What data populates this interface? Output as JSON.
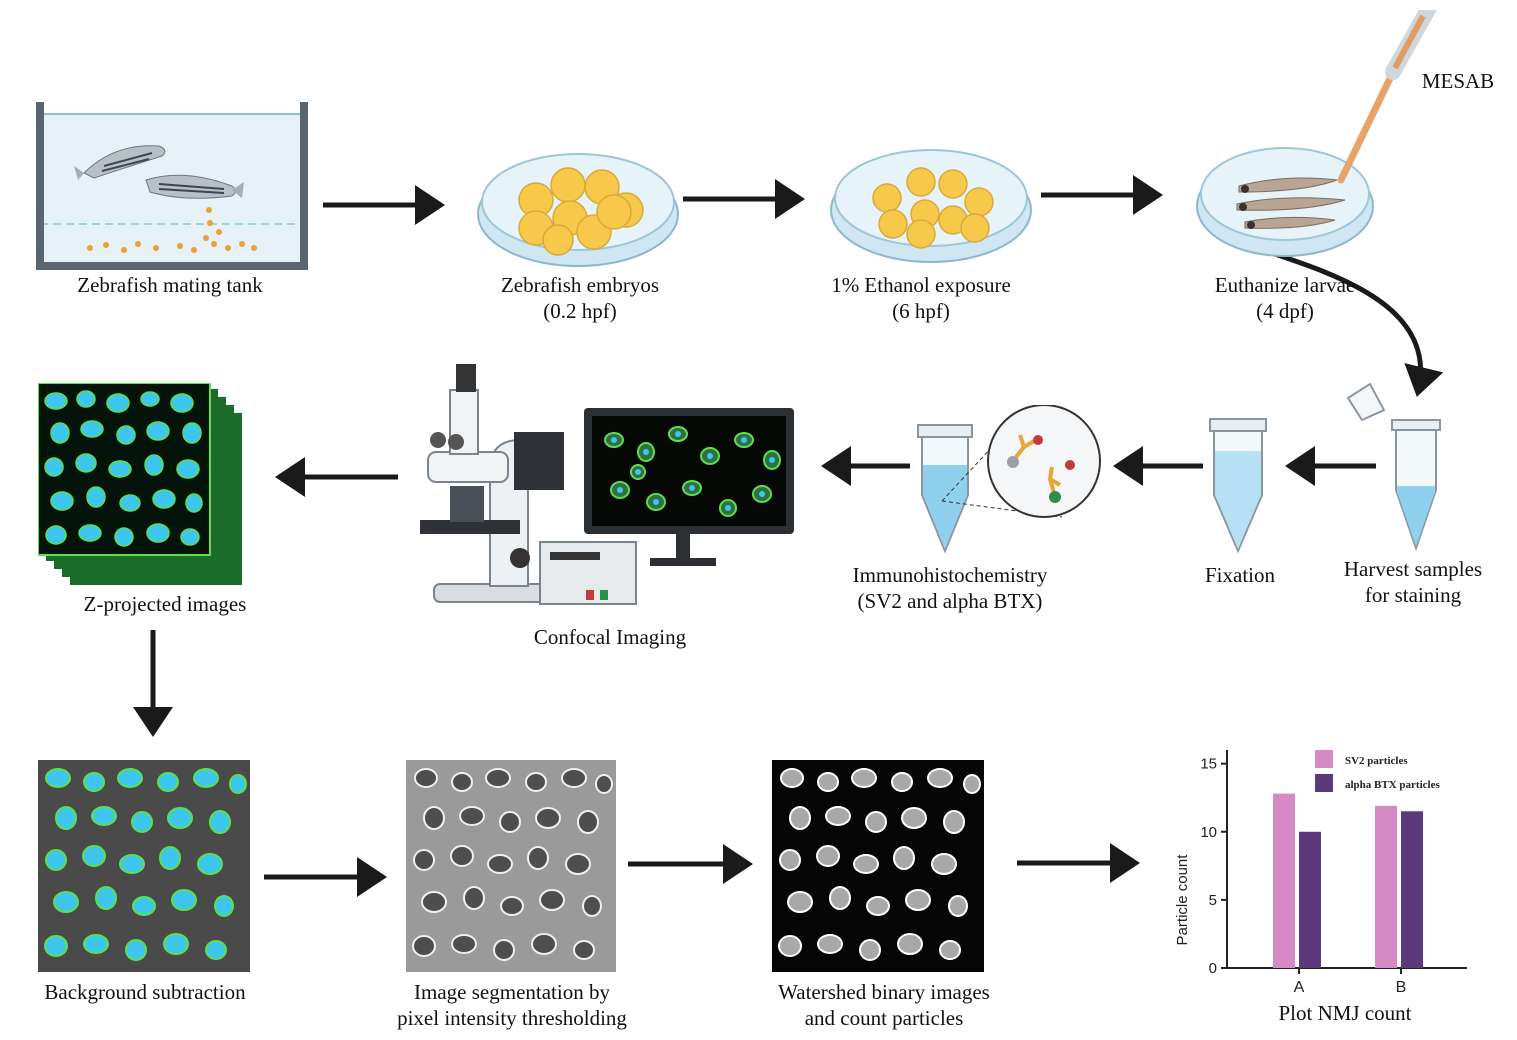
{
  "steps": {
    "mating_tank": "Zebrafish mating tank",
    "embryos": [
      "Zebrafish embryos",
      "(0.2 hpf)"
    ],
    "ethanol": [
      "1% Ethanol exposure",
      "(6 hpf)"
    ],
    "euthanize": [
      "Euthanize larvae",
      "(4 dpf)"
    ],
    "mesab": "MESAB",
    "harvest": [
      "Harvest samples",
      "for staining"
    ],
    "fixation": "Fixation",
    "ihc": [
      "Immunohistochemistry",
      "(SV2 and alpha BTX)"
    ],
    "confocal": "Confocal Imaging",
    "zproj": "Z-projected images",
    "background": "Background subtraction",
    "segmentation": [
      "Image segmentation by",
      "pixel intensity thresholding"
    ],
    "watershed": [
      "Watershed binary images",
      "and count particles"
    ],
    "plot": "Plot NMJ count"
  },
  "colors": {
    "arrow": "#1a1a1a",
    "sv2": "#d58ac6",
    "btx": "#5a3a7a",
    "cyan_nuclei": "#3fc6ef",
    "green_membrane": "#5ee04a",
    "embryo_yellow": "#f7c84a",
    "dish_blue": "#cfe7f2"
  },
  "icons": [
    "fish-tank-icon",
    "petri-dish-icon",
    "pipette-icon",
    "microtube-icon",
    "antibody-icon",
    "microscope-icon",
    "monitor-icon"
  ],
  "chart_data": {
    "type": "bar",
    "categories": [
      "A",
      "B"
    ],
    "series": [
      {
        "name": "SV2 particles",
        "values": [
          12.8,
          11.9
        ]
      },
      {
        "name": "alpha BTX particles",
        "values": [
          10.0,
          11.5
        ]
      }
    ],
    "xlabel": "Plot NMJ count",
    "ylabel": "Particle count",
    "ylim": [
      0,
      16
    ],
    "yticks": [
      0,
      5,
      10,
      15
    ],
    "legend": "top-right",
    "grid": false
  }
}
